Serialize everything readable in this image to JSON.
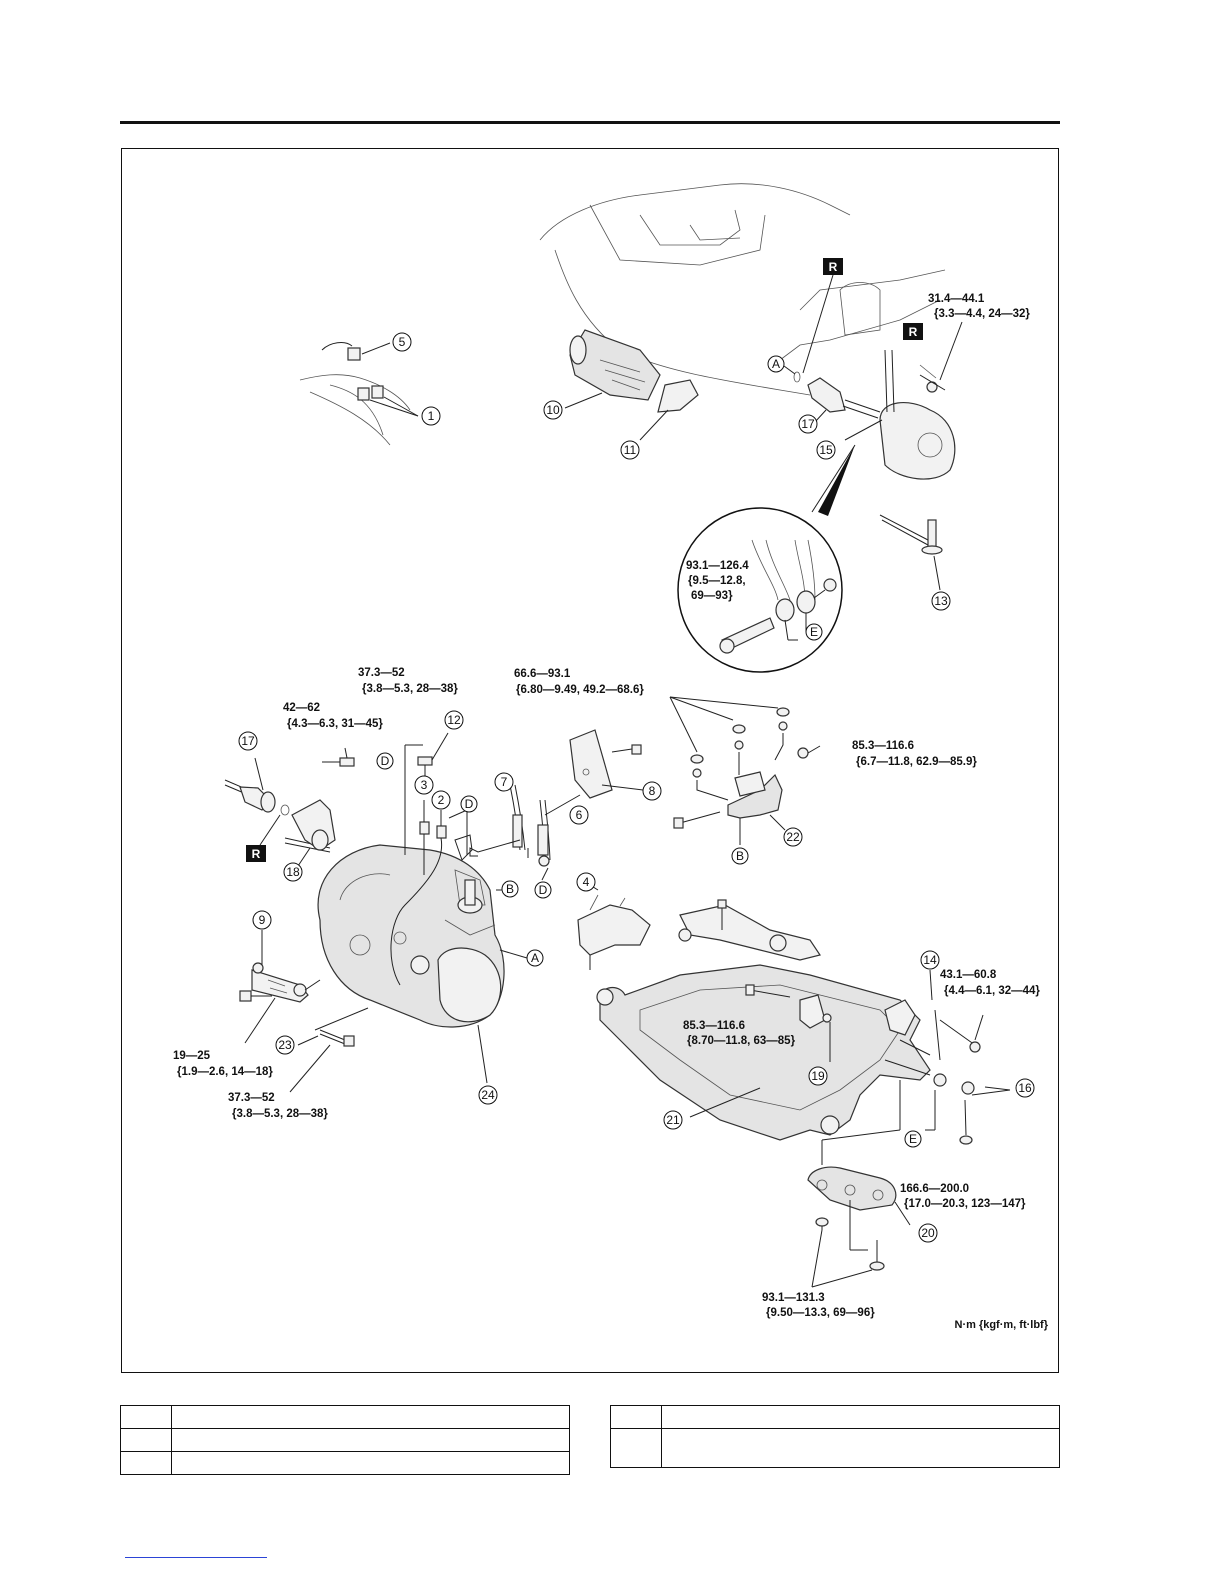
{
  "callouts": {
    "c1": "1",
    "c2": "2",
    "c3": "3",
    "c4": "4",
    "c5": "5",
    "c6": "6",
    "c7": "7",
    "c8": "8",
    "c9": "9",
    "c10": "10",
    "c11": "11",
    "c12": "12",
    "c13": "13",
    "c14": "14",
    "c15": "15",
    "c16": "16",
    "c17a": "17",
    "c17b": "17",
    "c18": "18",
    "c19": "19",
    "c20": "20",
    "c21": "21",
    "c22": "22",
    "c23": "23",
    "c24": "24"
  },
  "letters": {
    "A1": "A",
    "A2": "A",
    "B1": "B",
    "B2": "B",
    "D1": "D",
    "D2": "D",
    "D3": "D",
    "E1": "E",
    "E2": "E"
  },
  "badges": {
    "r1": "R",
    "r2": "R",
    "r3": "R"
  },
  "torques": {
    "t_knuckle_1": "31.4—44.1",
    "t_knuckle_2": "{3.3—4.4, 24—32}",
    "t_balljoint_1": "93.1—126.4",
    "t_balljoint_2": "{9.5—12.8,",
    "t_balljoint_3": "69—93}",
    "t_bolt12_1": "37.3—52",
    "t_bolt12_2": "{3.8—5.3, 28—38}",
    "t_bracket_1": "42—62",
    "t_bracket_2": "{4.3—6.3, 31—45}",
    "t_mount_1": "66.6—93.1",
    "t_mount_2": "{6.80—9.49, 49.2—68.6}",
    "t_mount22_1": "85.3—116.6",
    "t_mount22_2": "{6.7—11.8, 62.9—85.9}",
    "t_slave_1": "19—25",
    "t_slave_2": "{1.9—2.6, 14—18}",
    "t_bolt23_1": "37.3—52",
    "t_bolt23_2": "{3.8—5.3, 28—38}",
    "t_frame19_1": "85.3—116.6",
    "t_frame19_2": "{8.70—11.8, 63—85}",
    "t_link14_1": "43.1—60.8",
    "t_link14_2": "{4.4—6.1, 32—44}",
    "t_frame16_1": "166.6—200.0",
    "t_frame16_2": "{17.0—20.3, 123—147}",
    "t_mount20_1": "93.1—131.3",
    "t_mount20_2": "{9.50—13.3, 69—96}"
  },
  "unit_label": "N·m {kgf·m, ft·lbf}",
  "legend_left": [
    {
      "num": "",
      "text": ""
    },
    {
      "num": "",
      "text": ""
    },
    {
      "num": "",
      "text": ""
    }
  ],
  "legend_right": [
    {
      "num": "",
      "text": ""
    },
    {
      "num": "",
      "text": ""
    }
  ]
}
